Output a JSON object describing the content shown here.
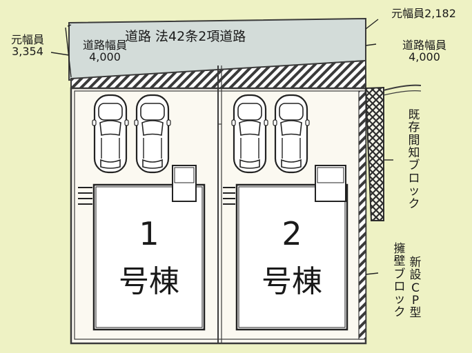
{
  "road": {
    "title": "道路 法42条2項道路",
    "width_left": "道路幅員\n4,000",
    "width_right": "道路幅員\n4,000",
    "orig_width_left": "元幅員\n3,354",
    "orig_width_right": "元幅員2,182"
  },
  "buildings": [
    {
      "number": "1",
      "label": "号棟"
    },
    {
      "number": "2",
      "label": "号棟"
    }
  ],
  "walls": {
    "existing_block": "既\n存\n間\n知\nブ\nロ\nッ\nク",
    "new_cp_1": "新\n設\nC\nP\n型",
    "new_cp_2": "擁\n壁\nブ\nロ\nッ\nク"
  },
  "colors": {
    "background": "#eef2c4",
    "road": "#d3dcd9",
    "lot": "#fbf9f1",
    "outline": "#3a3a3a"
  }
}
